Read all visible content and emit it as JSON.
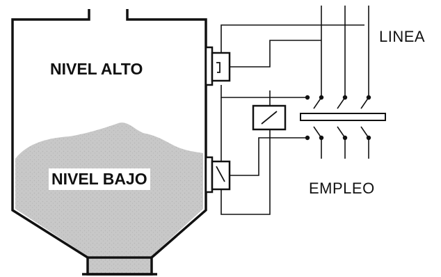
{
  "labels": {
    "high_level": "NIVEL ALTO",
    "low_level": "NIVEL BAJO",
    "line": "LINEA",
    "usage": "EMPLEO"
  },
  "colors": {
    "ink": "#111111",
    "material": "#c8c8c8",
    "material_speckle": "#b4b4b4",
    "background": "#ffffff"
  }
}
